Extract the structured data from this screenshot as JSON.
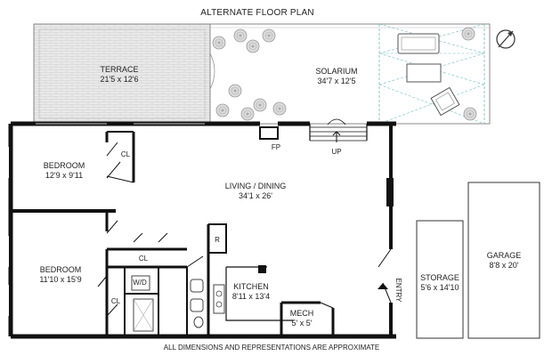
{
  "plan": {
    "title": "ALTERNATE FLOOR PLAN",
    "footer": "ALL DIMENSIONS AND REPRESENTATIONS ARE APPROXIMATE",
    "compass_icon": "north-compass-icon"
  },
  "rooms": {
    "terrace": {
      "name": "TERRACE",
      "dims": "21'5 x 12'6"
    },
    "solarium": {
      "name": "SOLARIUM",
      "dims": "34'7 x 12'5"
    },
    "bedroom1": {
      "name": "BEDROOM",
      "dims": "12'9 x 9'11"
    },
    "bedroom2": {
      "name": "BEDROOM",
      "dims": "11'10 x 15'9"
    },
    "living": {
      "name": "LIVING / DINING",
      "dims": "34'1 x 26'"
    },
    "kitchen": {
      "name": "KITCHEN",
      "dims": "8'11 x 13'4"
    },
    "mech": {
      "name": "MECH",
      "dims": "5' x 5'"
    },
    "storage": {
      "name": "STORAGE",
      "dims": "5'6 x 14'10"
    },
    "garage": {
      "name": "GARAGE",
      "dims": "8'8 x 20'"
    }
  },
  "labels": {
    "fp": "FP",
    "up": "UP",
    "cl1": "CL",
    "cl2": "CL",
    "cl3": "CL",
    "wd": "W/D",
    "r": "R",
    "entry": "ENTRY"
  }
}
